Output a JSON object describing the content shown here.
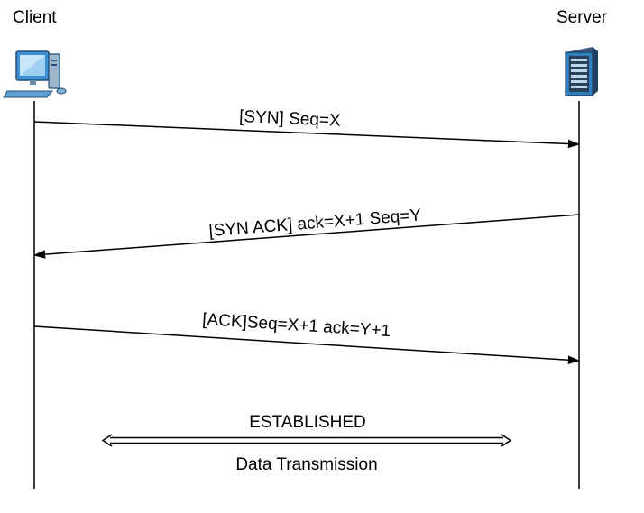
{
  "client": {
    "label": "Client",
    "icon": "desktop-computer-icon"
  },
  "server": {
    "label": "Server",
    "icon": "server-tower-icon"
  },
  "messages": [
    {
      "label": "[SYN] Seq=X",
      "from": "client",
      "to": "server"
    },
    {
      "label": "[SYN ACK] ack=X+1 Seq=Y",
      "from": "server",
      "to": "client"
    },
    {
      "label": "[ACK]Seq=X+1 ack=Y+1",
      "from": "client",
      "to": "server"
    }
  ],
  "connection": {
    "state_label": "ESTABLISHED",
    "data_label": "Data Transmission"
  },
  "colors": {
    "line": "#000000",
    "icon_blue": "#2f7fbf",
    "icon_dark": "#2a3f5a"
  }
}
